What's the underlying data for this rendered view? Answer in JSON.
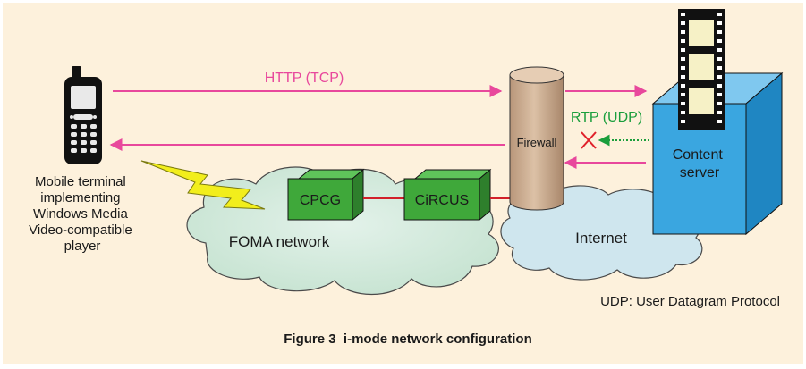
{
  "diagram": {
    "labels": {
      "http": "HTTP (TCP)",
      "rtp": "RTP (UDP)",
      "firewall": "Firewall",
      "content_server": [
        "Content",
        "server"
      ],
      "internet": "Internet",
      "foma": "FOMA network",
      "cpcg": "CPCG",
      "circus": "CiRCUS",
      "mobile": [
        "Mobile terminal",
        "implementing",
        "Windows Media",
        "Video-compatible",
        "player"
      ]
    },
    "note": "UDP: User Datagram Protocol",
    "caption": "Figure 3  i-mode network configuration"
  },
  "colors": {
    "background": "#fdf1dc",
    "http_arrow": "#e8489c",
    "rtp_arrow": "#1a9e3c",
    "block_mark": "#e0202a",
    "cloud": "#cde8d8",
    "internet_cloud": "#cfe6ee",
    "node_box": "#3fa83a",
    "server_box": "#3aa6e0",
    "firewall": "#c9a98a",
    "lightning": "#f2ee1c",
    "link": "#d2202a"
  },
  "icons": {
    "terminal": "mobile-phone-icon",
    "film": "film-strip-icon",
    "signal": "lightning-icon",
    "blocked": "cross-icon"
  }
}
